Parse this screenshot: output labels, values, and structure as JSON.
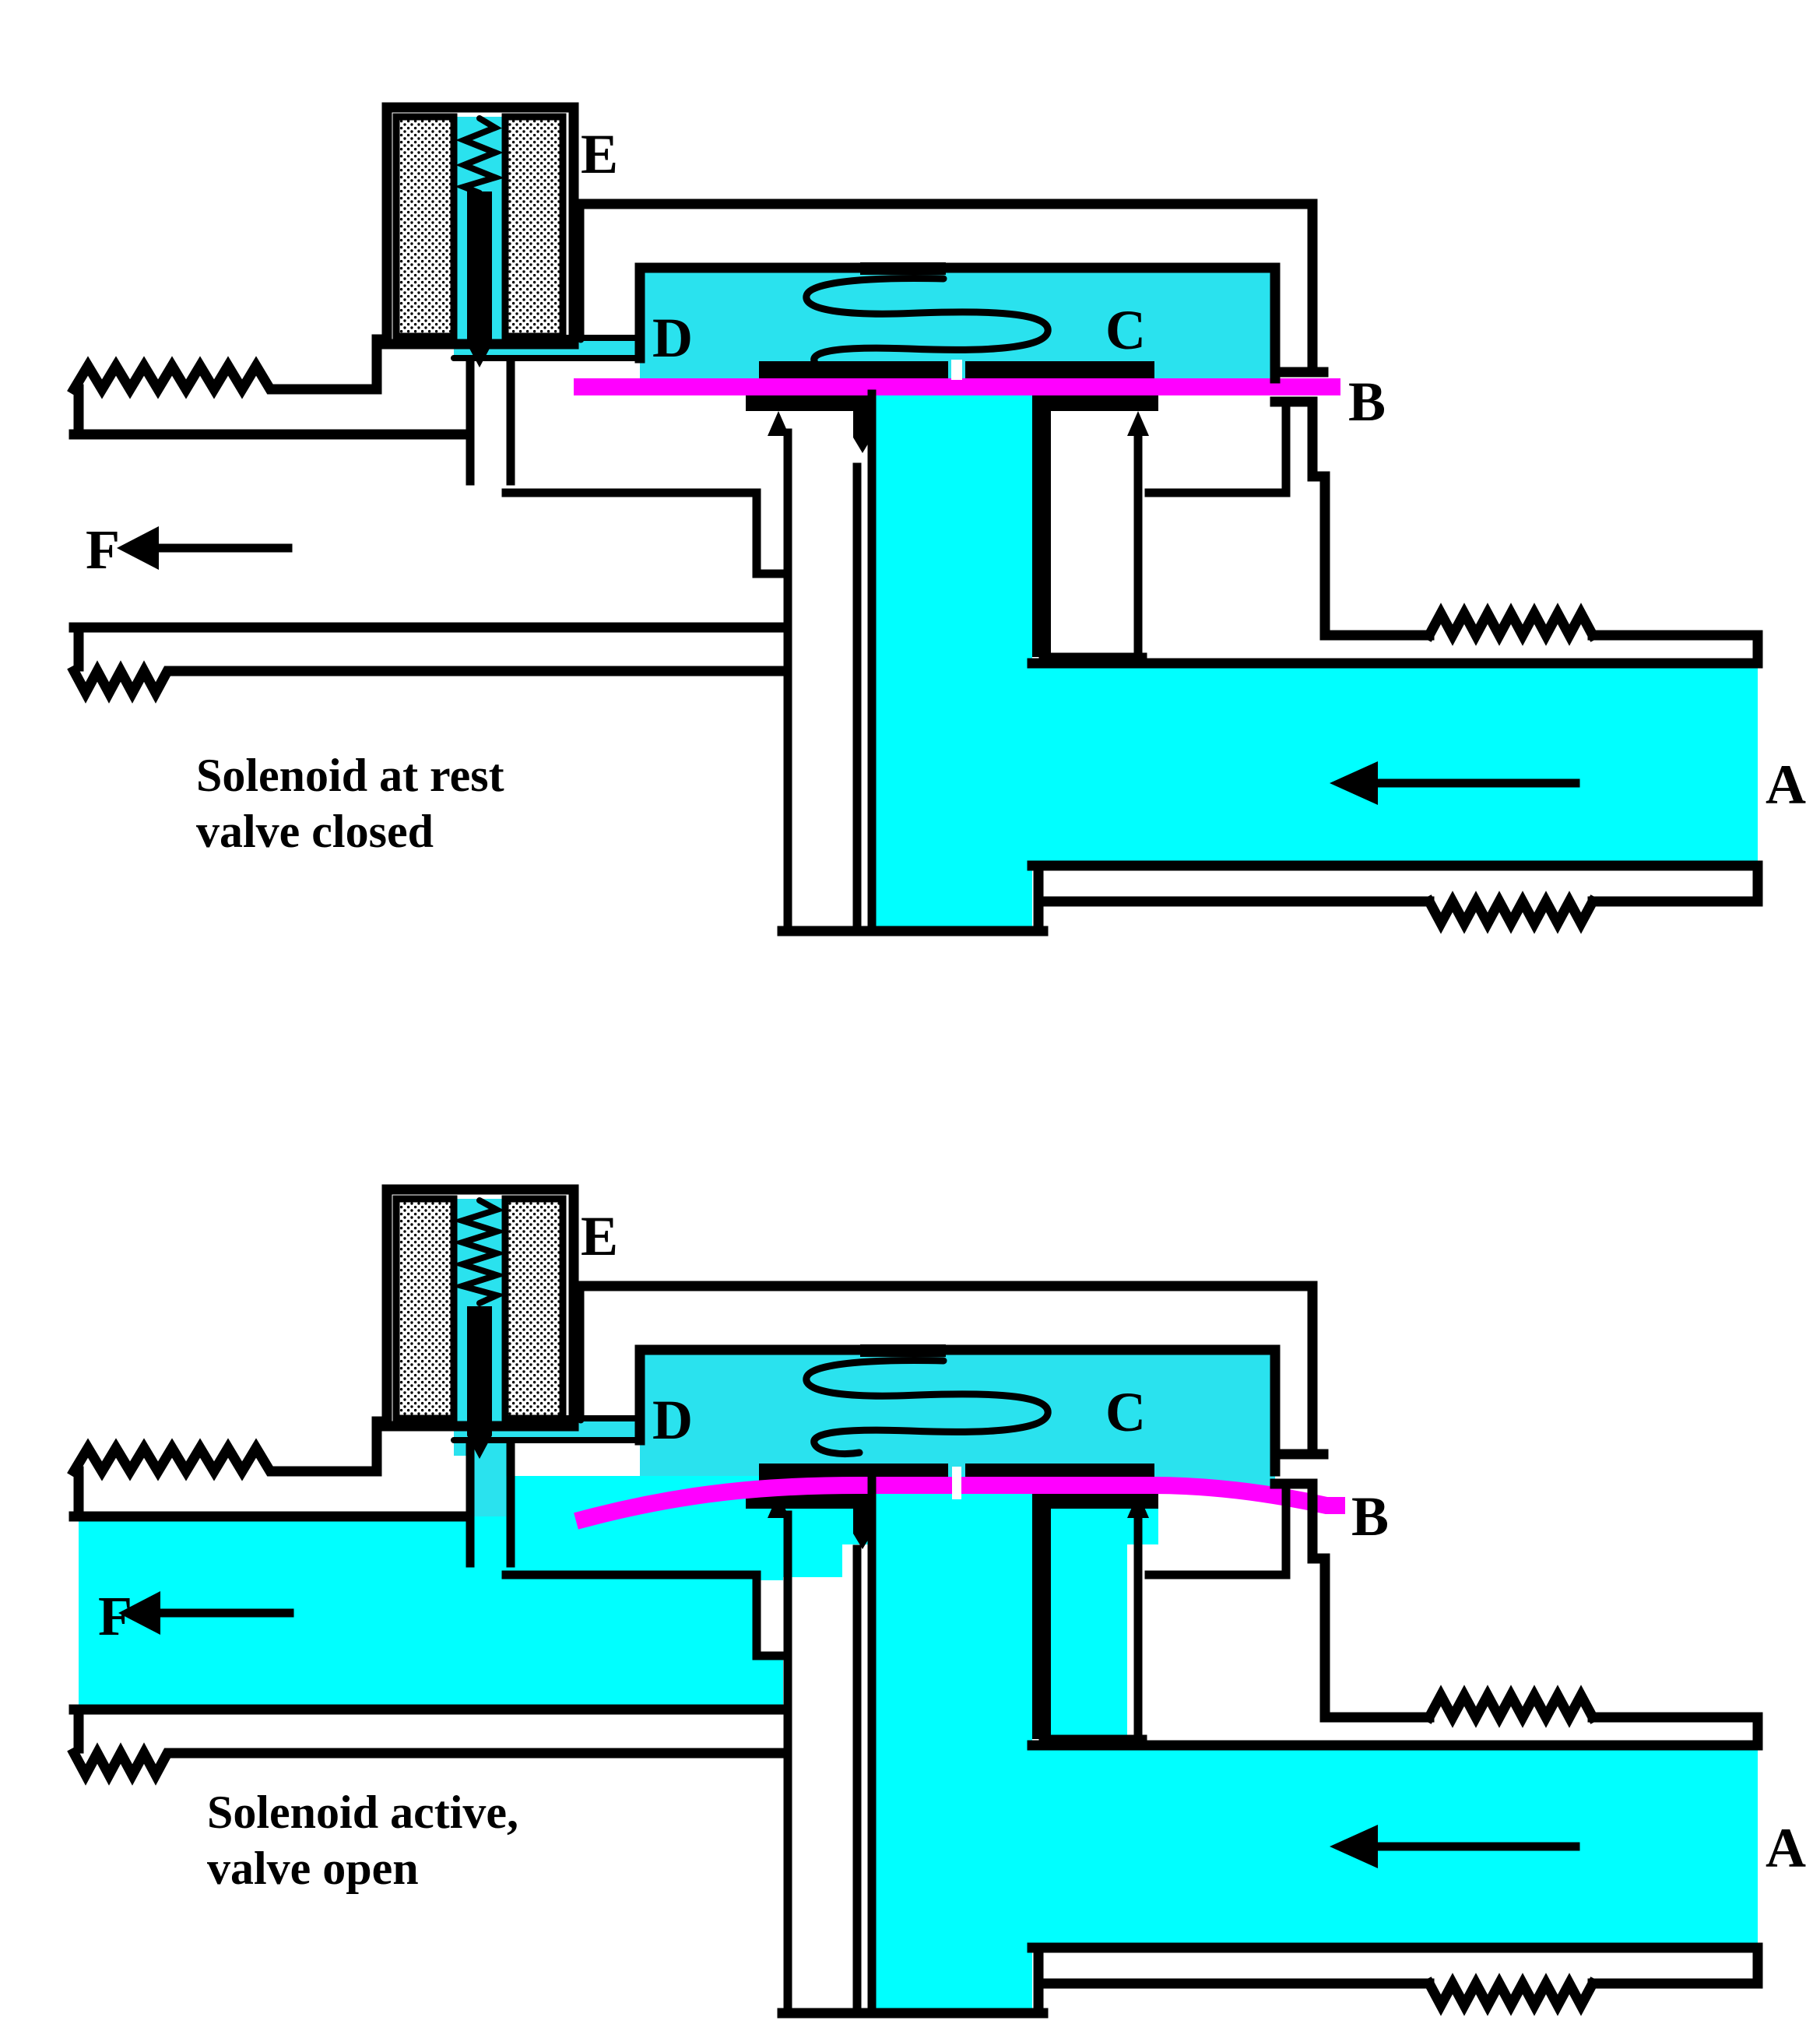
{
  "colors": {
    "background": "#ffffff",
    "line": "#000000",
    "fluid": "#00ffff",
    "chamber_fluid": "#2ae2ee",
    "diaphragm": "#ff00ff"
  },
  "diagrams": [
    {
      "state": "solenoid-at-rest-valve-closed",
      "caption_line1": "Solenoid at rest",
      "caption_line2": "valve closed",
      "labels": {
        "inlet": "A",
        "diaphragm": "B",
        "control_chamber": "C",
        "pilot_chamber": "D",
        "solenoid": "E",
        "outlet": "F"
      }
    },
    {
      "state": "solenoid-active-valve-open",
      "caption_line1": "Solenoid active,",
      "caption_line2": "valve open",
      "labels": {
        "inlet": "A",
        "diaphragm": "B",
        "control_chamber": "C",
        "pilot_chamber": "D",
        "solenoid": "E",
        "outlet": "F"
      }
    }
  ]
}
